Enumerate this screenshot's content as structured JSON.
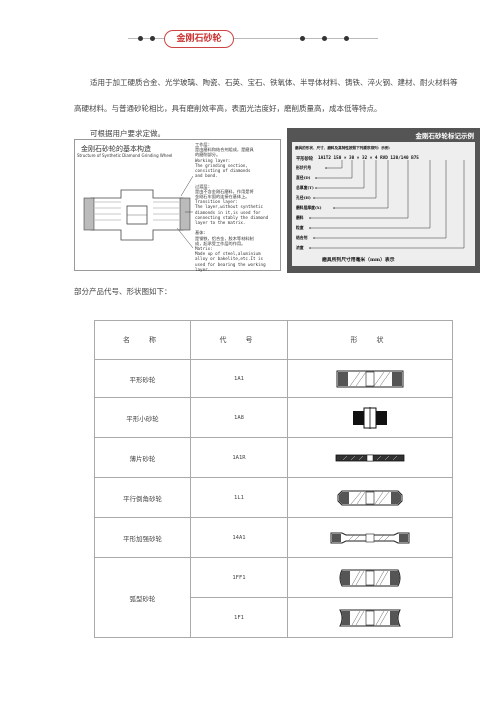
{
  "header": {
    "banner_title": "金刚石砂轮"
  },
  "intro": {
    "line1": "适用于加工硬质合金、光学玻璃、陶瓷、石英、宝石、铁氧体、半导体材料、铸铁、淬火钢、建材、耐火材料等",
    "line2": "高硬材料。与普通砂轮相比，具有磨削效率高，表面光洁度好，磨削质量高，成本低等特点。",
    "line3": "可根据用户要求定做。"
  },
  "structure_diagram": {
    "title": "金刚石砂轮的基本构造",
    "subtitle": "Structure of Synthetic Diamond Grinding Wheel",
    "annotations": [
      "工作层:",
      "是由磨料和结合剂组成，是磨具",
      "的磨削部分。",
      "Working layer:",
      "The grinding section,",
      "consisting of diamonds",
      "and bond.",
      "",
      "过渡层:",
      "是由不含金刚石磨料，作用是将",
      "金刚石牢固的连接在基体上。",
      "Transition layer:",
      "The layer,without synthetic",
      "diamonds in it,is used for",
      "connecting stably the diamond",
      "layer to the matrix.",
      "",
      "基体:",
      "是钢铁，铝合金，胶木等材料制",
      "成，起承受工作层的作用。",
      "Matrix:",
      "Made up of steel,aluminium",
      "alloy or bakelite,etc.It is",
      "used for bearing the working",
      "layer."
    ]
  },
  "designation_diagram": {
    "title": "金刚石砂轮标记示例",
    "note": "磨具的形状、尺寸、磨料及其特性按照下列顺序排列：示例：",
    "code_prefix": "平形砂轮",
    "code": "1A1T2  150 × 30 × 32 × 4  RVD 120/140  B75",
    "labels": [
      "形状代号",
      "直径(D)",
      "总厚度(T)",
      "孔径(H)",
      "磨料层厚度(X)",
      "磨料",
      "粒度",
      "结合剂",
      "浓度"
    ],
    "footer": "磨具所列尺寸用毫米（mm）表示"
  },
  "products_intro": "部分产品代号、形状图如下：",
  "table": {
    "headers": [
      "名　称",
      "代　号",
      "形　状"
    ],
    "rows": [
      {
        "name": "平形砂轮",
        "code": "1A1",
        "shape_icon": "flat-wheel-icon"
      },
      {
        "name": "平形小砂轮",
        "code": "1A8",
        "shape_icon": "small-flat-wheel-icon"
      },
      {
        "name": "薄片砂轮",
        "code": "1A1R",
        "shape_icon": "thin-wheel-icon"
      },
      {
        "name": "平行倒角砂轮",
        "code": "1L1",
        "shape_icon": "chamfer-wheel-icon"
      },
      {
        "name": "平形加强砂轮",
        "code": "14A1",
        "shape_icon": "reinforced-wheel-icon"
      },
      {
        "name": "弧型砂轮",
        "code": "1FF1",
        "shape_icon": "concave-wheel-icon"
      },
      {
        "name": "",
        "code": "1F1",
        "shape_icon": "convex-wheel-icon"
      }
    ]
  }
}
